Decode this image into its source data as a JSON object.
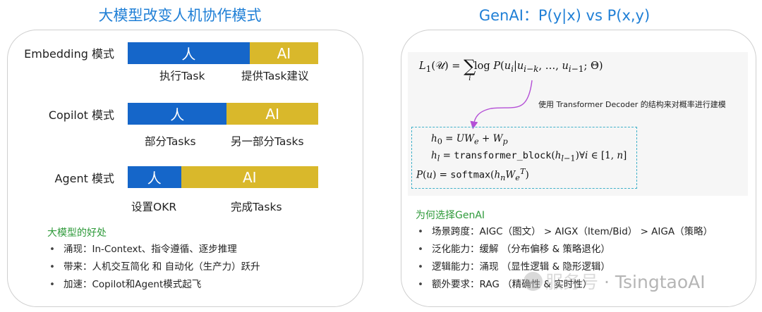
{
  "left": {
    "title": "大模型改变人机协作模式",
    "modes": [
      {
        "label": "Embedding 模式",
        "human": "人",
        "ai": "AI",
        "human_share": 0.64,
        "human_caption": "执行Task",
        "ai_caption": "提供Task建议"
      },
      {
        "label": "Copilot 模式",
        "human": "人",
        "ai": "AI",
        "human_share": 0.52,
        "human_caption": "部分Tasks",
        "ai_caption": "另一部分Tasks"
      },
      {
        "label": "Agent 模式",
        "human": "人",
        "ai": "AI",
        "human_share": 0.28,
        "human_caption": "设置OKR",
        "ai_caption": "完成Tasks"
      }
    ],
    "benefits": {
      "title": "大模型的好处",
      "items": [
        "涌现：In-Context、指令遵循、逐步推理",
        "带来：人机交互简化 和 自动化（生产力）跃升",
        "加速：Copilot和Agent模式起飞"
      ]
    }
  },
  "right": {
    "title": "GenAI：P(y|x) vs P(x,y)",
    "note": "使用 Transformer Decoder 的结构来对概率进行建模",
    "why": {
      "title": "为何选择GenAI",
      "items": [
        "场景跨度：AIGC（图文） > AIGX（Item/Bid） > AIGA（策略）",
        "泛化能力：缓解 （分布偏移 & 策略退化）",
        "逻辑能力：涌现 （显性逻辑 & 隐形逻辑）",
        "额外要求：RAG （精确性 & 实时性）"
      ]
    }
  },
  "watermark": {
    "dot": "·",
    "text": "TsingtaoAI"
  },
  "colors": {
    "title_blue": "#1f7fd6",
    "human_blue": "#1566c9",
    "ai_yellow": "#d9b82b",
    "section_green": "#2e9a3a",
    "arrow_purple": "#b44fd6",
    "box_cyan": "#3fb0c9"
  }
}
